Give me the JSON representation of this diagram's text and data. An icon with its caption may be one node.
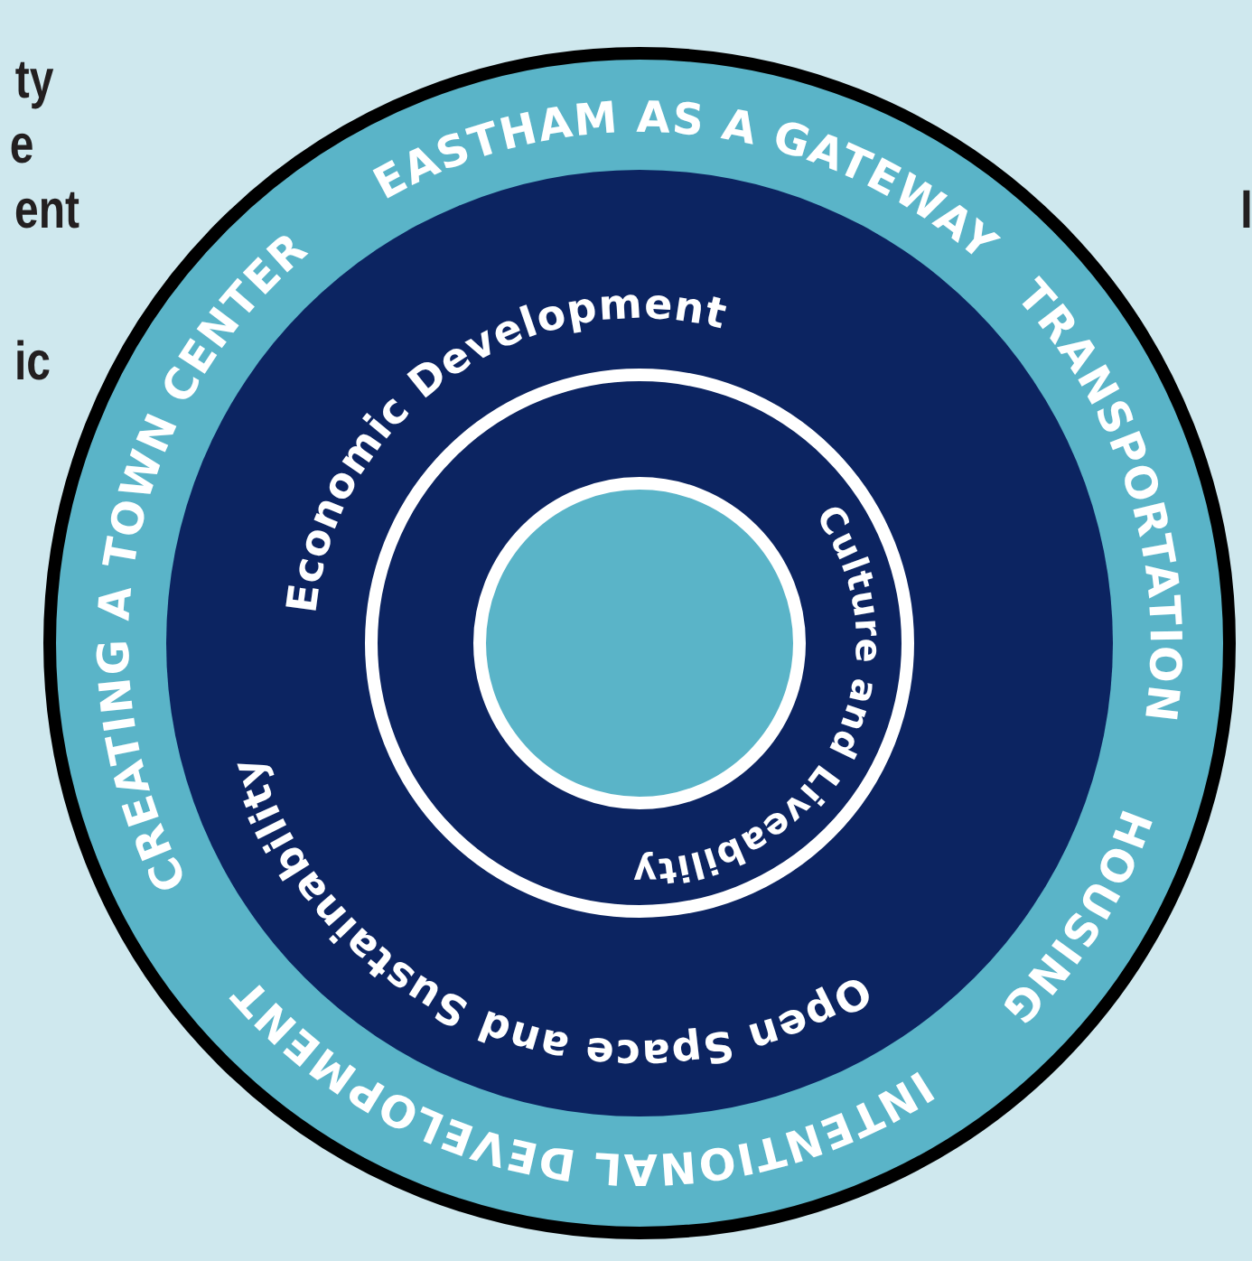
{
  "diagram": {
    "labels": [
      "ty",
      "e",
      "ent",
      "ic",
      "I",
      "EASTHAM AS A GATEWAY",
      "TRANSPORTATION",
      "HOUSING",
      "INTENTIONAL DEVELOPMENT",
      "CREATING A TOWN CENTER",
      "Economic Development",
      "Open Space and Sustainability",
      "Culture and Liveability"
    ]
  }
}
